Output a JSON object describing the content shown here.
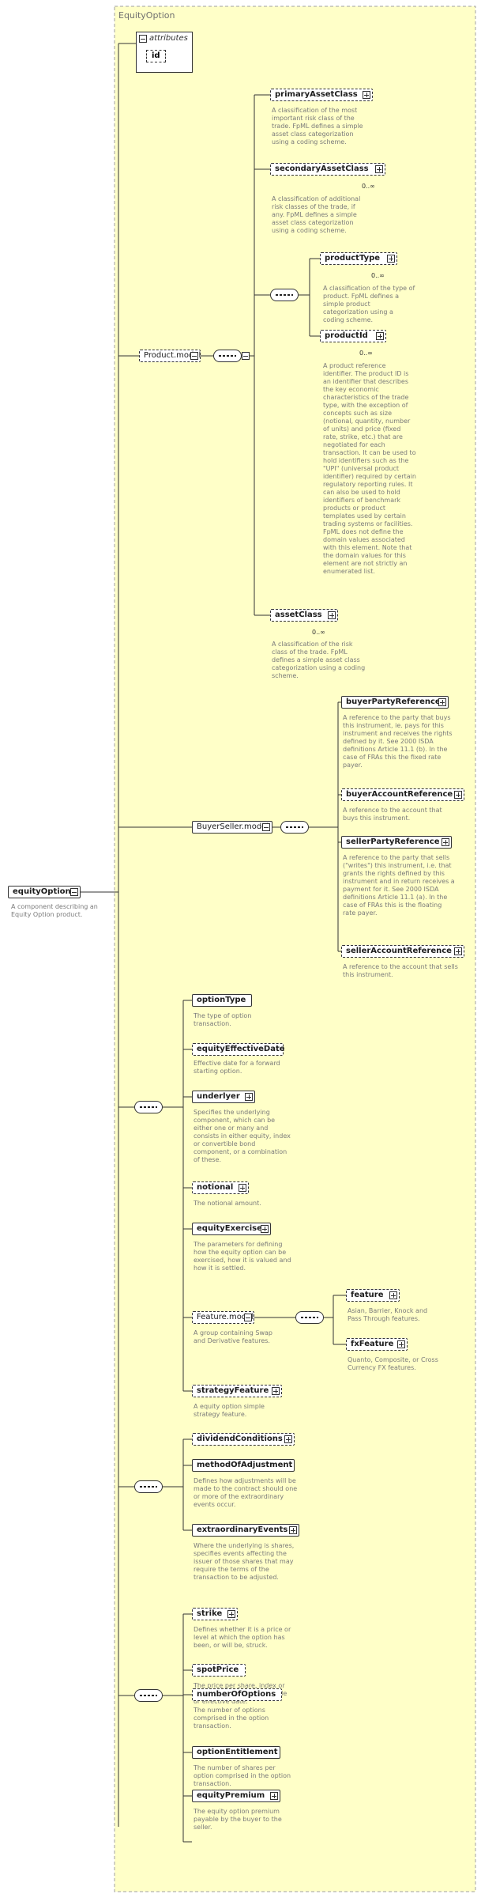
{
  "diagram": {
    "group_title": "EquityOption",
    "root": {
      "name": "equityOption",
      "description": "A component describing an Equity Option product."
    },
    "attributes_label": "attributes",
    "attribute_id": "id",
    "product_model": {
      "name": "Product.model",
      "primaryAssetClass": {
        "name": "primaryAssetClass",
        "description": "A classification of the most important risk class of the trade. FpML defines a simple asset class categorization using a coding scheme."
      },
      "secondaryAssetClass": {
        "name": "secondaryAssetClass",
        "cardinality": "0..∞",
        "description": "A classification of additional risk classes of the trade, if any. FpML defines a simple asset class categorization using a coding scheme."
      },
      "productType": {
        "name": "productType",
        "cardinality": "0..∞",
        "description": "A classification of the type of product. FpML defines a simple product categorization using a coding scheme."
      },
      "productId": {
        "name": "productId",
        "cardinality": "0..∞",
        "description": "A product reference identifier. The product ID is an identifier that describes the key economic characteristics of the trade type, with the exception of concepts such as size (notional, quantity, number of units) and price (fixed rate, strike, etc.) that are negotiated for each transaction. It can be used to hold identifiers such as the \"UPI\" (universal product identifier) required by certain regulatory reporting rules. It can also be used to hold identifiers of benchmark products or product templates used by certain trading systems or facilities. FpML does not define the domain values associated with this element. Note that the domain values for this element are not strictly an enumerated list."
      },
      "assetClass": {
        "name": "assetClass",
        "cardinality": "0..∞",
        "description": "A classification of the risk class of the trade. FpML defines a simple asset class categorization using a coding scheme."
      }
    },
    "buyer_seller_model": {
      "name": "BuyerSeller.model",
      "buyerPartyReference": {
        "name": "buyerPartyReference",
        "description": "A reference to the party that buys this instrument, ie. pays for this instrument and receives the rights defined by it. See 2000 ISDA definitions Article 11.1 (b). In the case of FRAs this the fixed rate payer."
      },
      "buyerAccountReference": {
        "name": "buyerAccountReference",
        "description": "A reference to the account that buys this instrument."
      },
      "sellerPartyReference": {
        "name": "sellerPartyReference",
        "description": "A reference to the party that sells (\"writes\") this instrument, i.e. that grants the rights defined by this instrument and in return receives a payment for it. See 2000 ISDA definitions Article 11.1 (a). In the case of FRAs this is the floating rate payer."
      },
      "sellerAccountReference": {
        "name": "sellerAccountReference",
        "description": "A reference to the account that sells this instrument."
      }
    },
    "optionType": {
      "name": "optionType",
      "description": "The type of option transaction."
    },
    "equityEffectiveDate": {
      "name": "equityEffectiveDate",
      "description": "Effective date for a forward starting option."
    },
    "underlyer": {
      "name": "underlyer",
      "description": "Specifies the underlying component, which can be either one or many and consists in either equity, index or convertible bond component, or a combination of these."
    },
    "notional": {
      "name": "notional",
      "description": "The notional amount."
    },
    "equityExercise": {
      "name": "equityExercise",
      "description": "The parameters for defining how the equity option can be exercised, how it is valued and how it is settled."
    },
    "feature_model": {
      "name": "Feature.model",
      "description": "A group containing Swap and Derivative features.",
      "feature": {
        "name": "feature",
        "description": "Asian, Barrier, Knock and Pass Through features."
      },
      "fxFeature": {
        "name": "fxFeature",
        "description": "Quanto, Composite, or Cross Currency FX features."
      }
    },
    "strategyFeature": {
      "name": "strategyFeature",
      "description": "A equity option simple strategy feature."
    },
    "dividendConditions": {
      "name": "dividendConditions"
    },
    "methodOfAdjustment": {
      "name": "methodOfAdjustment",
      "description": "Defines how adjustments will be made to the contract should one or more of the extraordinary events occur."
    },
    "extraordinaryEvents": {
      "name": "extraordinaryEvents",
      "description": "Where the underlying is shares, specifies events affecting the issuer of those shares that may require the terms of the transaction to be adjusted."
    },
    "strike": {
      "name": "strike",
      "description": "Defines whether it is a price or level at which the option has been, or will be, struck."
    },
    "spotPrice": {
      "name": "spotPrice",
      "description": "The price per share, index or basket observed on the trade or effective date."
    },
    "numberOfOptions": {
      "name": "numberOfOptions",
      "description": "The number of options comprised in the option transaction."
    },
    "optionEntitlement": {
      "name": "optionEntitlement",
      "description": "The number of shares per option comprised in the option transaction."
    },
    "equityPremium": {
      "name": "equityPremium",
      "description": "The equity option premium payable by the buyer to the seller."
    }
  }
}
